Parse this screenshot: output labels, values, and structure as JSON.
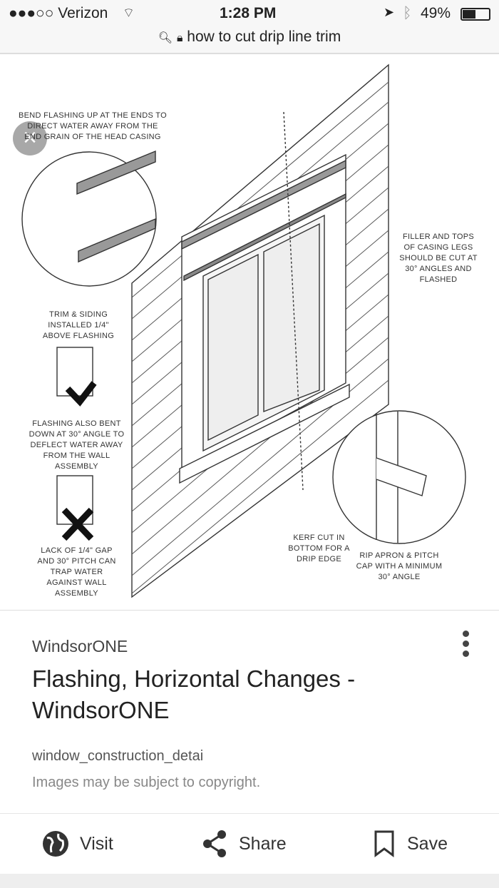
{
  "status_bar": {
    "carrier": "●●●○○ Verizon",
    "time": "1:28 PM",
    "battery": "49%",
    "battery_level": 0.49
  },
  "url_bar": {
    "query": "how to cut drip line trim"
  },
  "image_labels": {
    "bend_flashing": "BEND FLASHING UP AT THE ENDS TO DIRECT WATER AWAY FROM THE END GRAIN OF THE HEAD CASING",
    "trim_siding": "TRIM & SIDING INSTALLED 1/4\" ABOVE FLASHING",
    "flashing_bent": "FLASHING ALSO BENT DOWN AT 30° ANGLE TO DEFLECT WATER AWAY FROM THE WALL ASSEMBLY",
    "lack_gap": "LACK OF 1/4\" GAP AND 30° PITCH CAN TRAP WATER AGAINST WALL ASSEMBLY",
    "filler": "FILLER AND TOPS OF CASING LEGS SHOULD BE CUT AT 30° ANGLES AND FLASHED",
    "kerf": "KERF CUT IN BOTTOM FOR A DRIP EDGE",
    "rip_apron": "RIP APRON & PITCH CAP WITH A MINIMUM 30° ANGLE"
  },
  "card": {
    "source": "WindsorONE",
    "title": "Flashing, Horizontal Changes - WindsorONE",
    "url": "window_construction_detai",
    "copyright": "Images may be subject to copyright."
  },
  "actions": {
    "visit": "Visit",
    "share": "Share",
    "save": "Save"
  }
}
